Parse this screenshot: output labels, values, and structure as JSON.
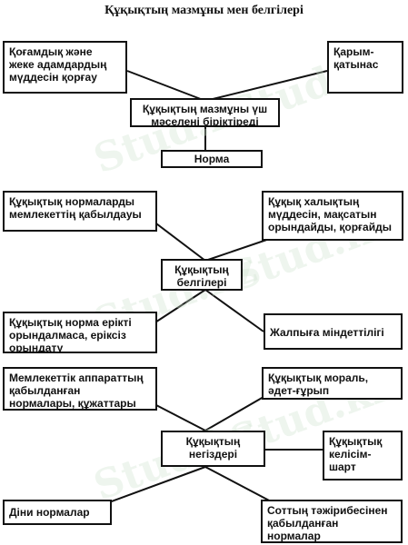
{
  "title": "Құқықтың мазмұны мен белгілері",
  "watermark": "Stud.kz",
  "boxes": {
    "b1": "Қоғамдық және\nжеке адамдардың\nмүддесін қорғау",
    "b2": "Қарым-\nқатынас",
    "b3": "Құқықтың мазмұны үш\nмәселені біріктіреді",
    "b4": "Норма",
    "b5": "Құқықтық нормаларды\nмемлекеттің қабылдауы",
    "b6": "Құқық халықтың\nмүддесін, мақсатын\nорындайды, қорғайды",
    "b7": "Құқықтың\nбелгілері",
    "b8": "Құқықтық норма ерікті\nорындалмаса, еріксіз\nорындату",
    "b9": "Жалпыға міндеттілігі",
    "b10": "Мемлекеттік аппараттың\nқабылданған\nнормалары, құжаттары",
    "b11": "Құқықтық мораль,\nәдет-ғұрып",
    "b12": "Құқықтың\nнегіздері",
    "b13": "Құқықтық\nкелісім-\nшарт",
    "b14": "Діни нормалар",
    "b15": "Соттың тәжірибесінен\nқабылданған\nнормалар"
  }
}
